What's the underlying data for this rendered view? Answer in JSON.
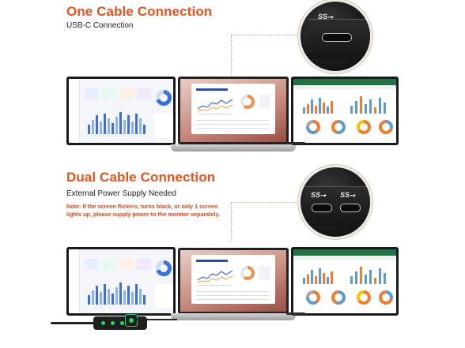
{
  "sections": {
    "one_cable": {
      "title": "One Cable Connection",
      "subtitle": "USB-C Connection",
      "usb_logo": "SS⭢"
    },
    "dual_cable": {
      "title": "Dual Cable Connection",
      "subtitle": "External Power Supply Needed",
      "note": "Note: If the screen flickers, turns black, or only 1 screen lights up, please supply power to the monitor separately.",
      "usb_logo": "SS⭢"
    }
  },
  "colors": {
    "accent": "#e1531f",
    "bezel": "#1a1a1a",
    "chart_blue": "#3b6fd9",
    "excel_blue": "#5b9bd5",
    "excel_orange": "#ed7d31",
    "led_green": "#2bd36b"
  },
  "icons": [
    "usb-superspeed-icon",
    "usb-c-port-icon",
    "power-led-icon"
  ]
}
